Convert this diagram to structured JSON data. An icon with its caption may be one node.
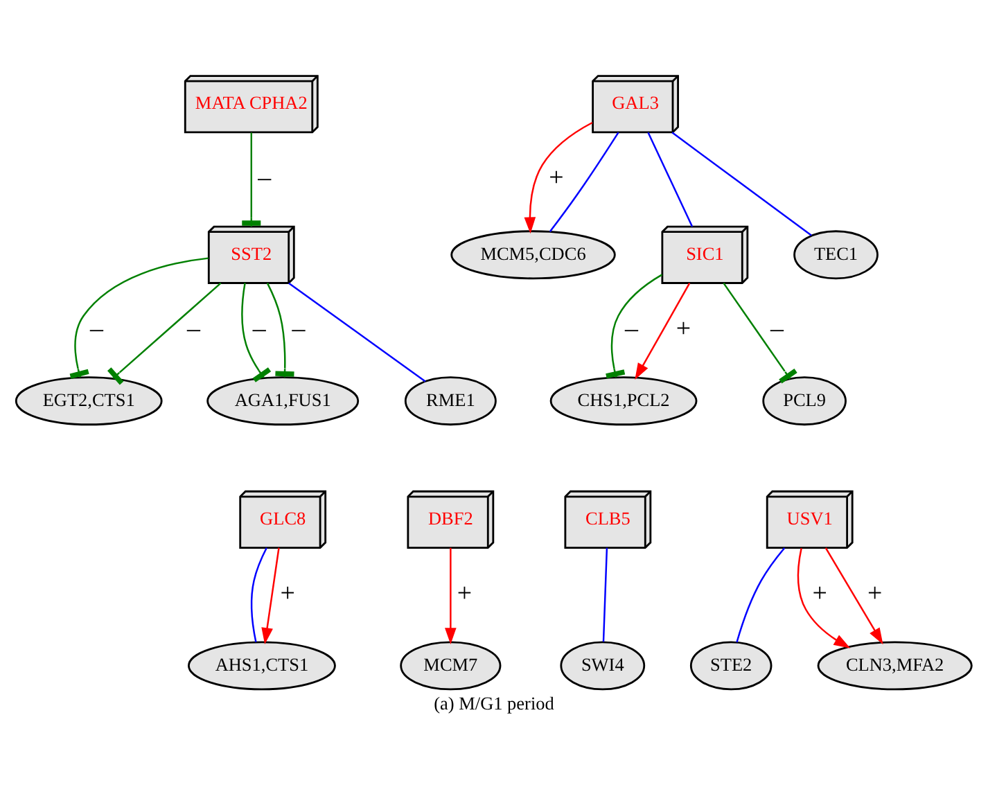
{
  "diagram": {
    "caption": "(a) M/G1 period",
    "nodes": [
      {
        "text": [
          "MATA CPHA2"
        ]
      },
      {
        "text": [
          "GAL3"
        ]
      },
      {
        "text": [
          "SST2"
        ]
      },
      {
        "text": [
          "EGT2,CTS1"
        ]
      },
      {
        "text": [
          "MCM5,CDC6"
        ]
      },
      {
        "text": [
          "SIC1"
        ]
      },
      {
        "text": [
          "TEC1"
        ]
      },
      {
        "text": [
          "AGA1,FUS1"
        ]
      },
      {
        "text": [
          "RME1"
        ]
      },
      {
        "text": [
          "CHS1,PCL2"
        ]
      },
      {
        "text": [
          "PCL9"
        ]
      },
      {
        "text": [
          "GLC8"
        ]
      },
      {
        "text": [
          "DBF2"
        ]
      },
      {
        "text": [
          "CLB5"
        ]
      },
      {
        "text": [
          "USV1"
        ]
      },
      {
        "text": [
          "AHS1,CTS1"
        ]
      },
      {
        "text": [
          "MCM7"
        ]
      },
      {
        "text": [
          "SWI4"
        ]
      },
      {
        "text": [
          "STE2"
        ]
      },
      {
        "text": [
          "CLN3,MFA2"
        ]
      }
    ],
    "edges": [
      {
        "from": 0,
        "to": 2,
        "arrow": "other",
        "label": "–",
        "color": "#008000"
      },
      {
        "from": 2,
        "to": 3,
        "arrow": "other",
        "label": "–",
        "color": "#008000"
      },
      {
        "from": 2,
        "to": 3,
        "arrow": "other",
        "label": "–",
        "color": "#008000"
      },
      {
        "from": 2,
        "to": 7,
        "arrow": "other",
        "label": "–",
        "color": "#008000"
      },
      {
        "from": 2,
        "to": 7,
        "arrow": "other",
        "label": "–",
        "color": "#008000"
      },
      {
        "from": 2,
        "to": 8,
        "arrow": "none",
        "color": "#0000ff"
      },
      {
        "from": 1,
        "to": 4,
        "arrow": "to",
        "label": "+",
        "color": "#ff0000"
      },
      {
        "from": 1,
        "to": 4,
        "arrow": "none",
        "color": "#0000ff"
      },
      {
        "from": 1,
        "to": 5,
        "arrow": "none",
        "color": "#0000ff"
      },
      {
        "from": 1,
        "to": 6,
        "arrow": "none",
        "color": "#0000ff"
      },
      {
        "from": 5,
        "to": 9,
        "arrow": "other",
        "label": "–",
        "color": "#008000"
      },
      {
        "from": 5,
        "to": 9,
        "arrow": "to",
        "label": "+",
        "color": "#ff0000"
      },
      {
        "from": 5,
        "to": 10,
        "arrow": "other",
        "label": "–",
        "color": "#008000"
      },
      {
        "from": 11,
        "to": 15,
        "arrow": "none",
        "color": "#0000ff"
      },
      {
        "from": 11,
        "to": 15,
        "arrow": "to",
        "label": "+",
        "color": "#ff0000"
      },
      {
        "from": 12,
        "to": 16,
        "arrow": "to",
        "label": "+",
        "color": "#ff0000"
      },
      {
        "from": 13,
        "to": 17,
        "arrow": "none",
        "color": "#0000ff"
      },
      {
        "from": 14,
        "to": 19,
        "arrow": "to",
        "label": "+",
        "color": "#ff0000"
      },
      {
        "from": 14,
        "to": 19,
        "arrow": "to",
        "label": "+",
        "color": "#ff0000"
      },
      {
        "from": 14,
        "to": 18,
        "arrow": "none",
        "color": "#0000ff"
      }
    ]
  }
}
